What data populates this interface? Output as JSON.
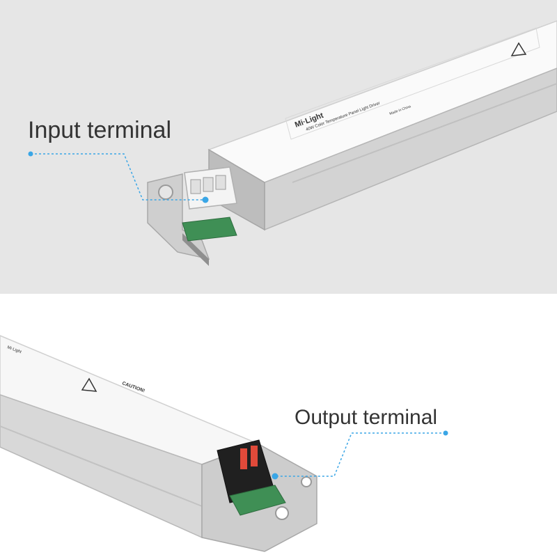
{
  "labels": {
    "input_terminal": "Input terminal",
    "output_terminal": "Output terminal"
  },
  "device": {
    "brand": "Mi·Light",
    "product": "40W Color Temperature Panel Light Driver",
    "caution": "CAUTION!",
    "made_in": "Made in China"
  },
  "colors": {
    "accent": "#3aa6e6",
    "background_top": "#e6e6e6",
    "background_bottom": "#ffffff",
    "terminal_output": "#e04a3a"
  }
}
